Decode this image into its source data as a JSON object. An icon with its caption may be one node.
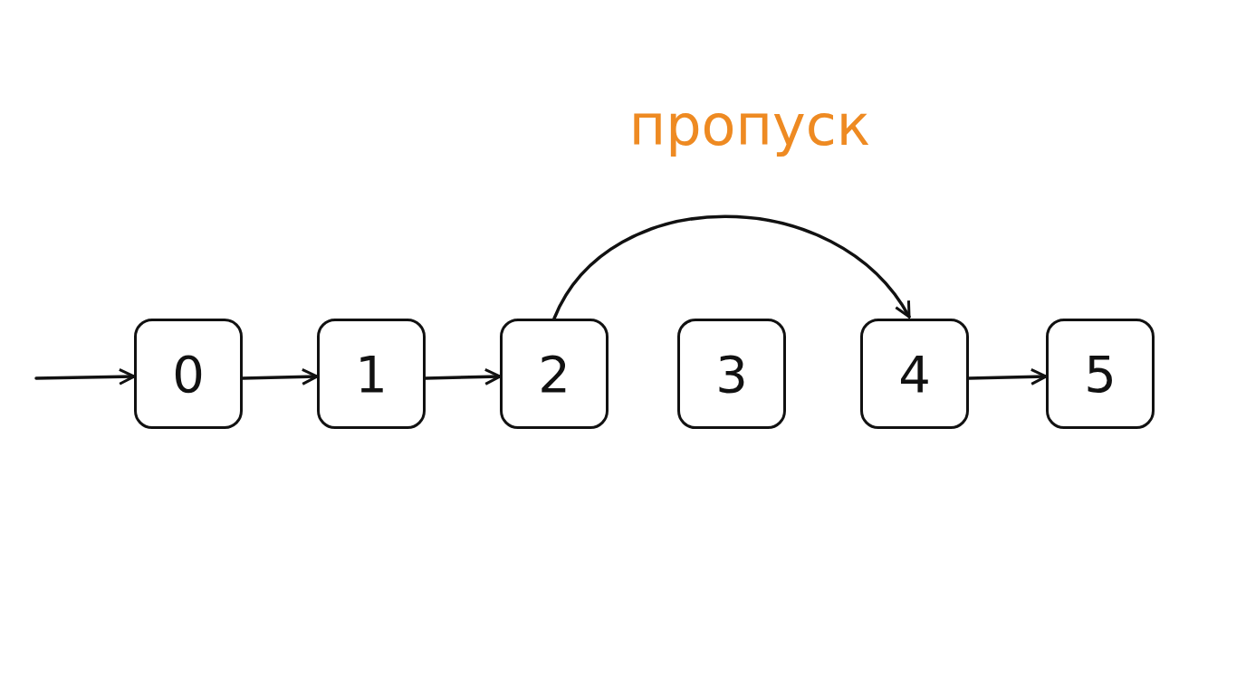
{
  "diagram": {
    "nodes": [
      {
        "text": [
          "0"
        ]
      },
      {
        "text": [
          "1"
        ]
      },
      {
        "text": [
          "2"
        ]
      },
      {
        "text": [
          "3"
        ]
      },
      {
        "text": [
          "4"
        ]
      },
      {
        "text": [
          "5"
        ]
      }
    ],
    "edges": [
      {
        "from": null,
        "to": 0,
        "arrow": "to"
      },
      {
        "from": 0,
        "to": 1,
        "arrow": "to"
      },
      {
        "from": 1,
        "to": 2,
        "arrow": "to"
      },
      {
        "from": 2,
        "to": 4,
        "arrow": "to",
        "label": "пропуск"
      },
      {
        "from": 4,
        "to": 5,
        "arrow": "to"
      }
    ]
  }
}
